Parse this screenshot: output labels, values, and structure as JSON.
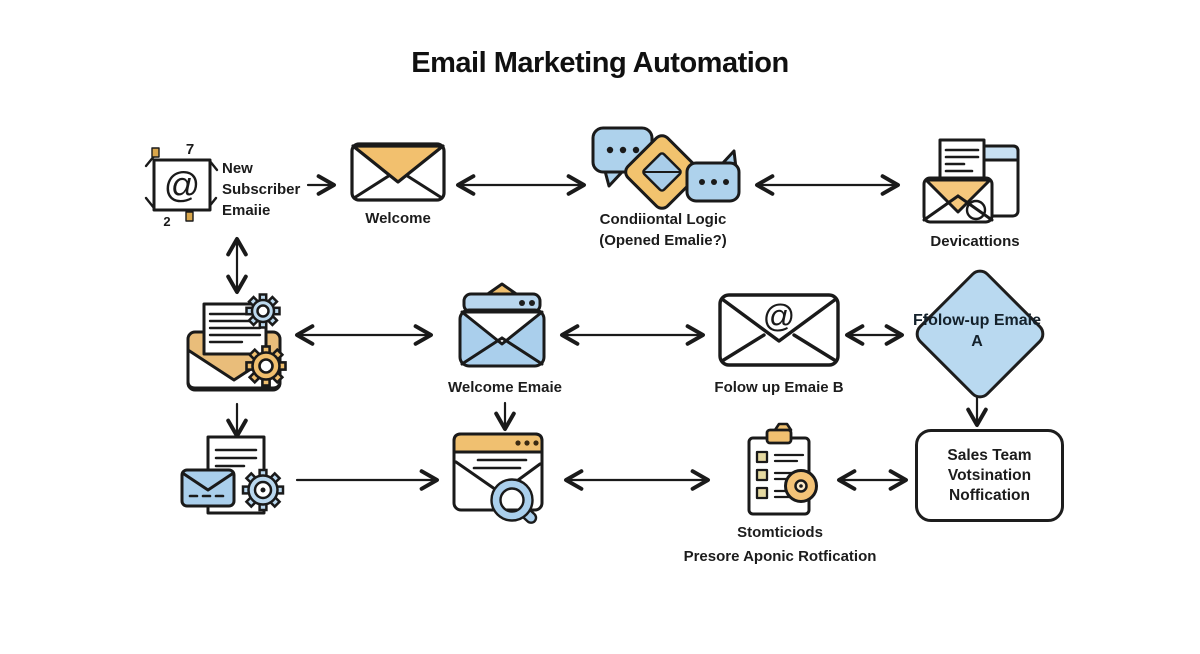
{
  "title": "Email Marketing Automation",
  "nodes": {
    "new_subscriber": {
      "label": [
        "New",
        "Subscriber",
        "Emaiie"
      ],
      "at": "@",
      "marks": [
        "7",
        "2"
      ],
      "icon": "at-symbol-card"
    },
    "welcome": {
      "label": "Welcome",
      "icon": "orange-flap-envelope"
    },
    "conditional_logic": {
      "label": [
        "Condiiontal Logic",
        "(Opened Emalie?)"
      ],
      "icon": "chat-bubbles-decision-diamond"
    },
    "devicattions": {
      "label": "Devicattions",
      "icon": "open-envelope-letter-browser"
    },
    "email_automation": {
      "icon": "open-envelope-gears"
    },
    "welcome_emaie": {
      "label": "Welcome Emaie",
      "icon": "blue-envelope-browser-bar"
    },
    "folow_up_emaie_b": {
      "label": "Folow up Emaie B",
      "at": "@",
      "icon": "envelope-at-symbol"
    },
    "ffolow_up_emaie_a": {
      "label": [
        "Ffolow-up",
        "Emaie A"
      ],
      "shape": "diamond"
    },
    "document_processing": {
      "icon": "document-envelope-gear"
    },
    "email_search": {
      "icon": "browser-magnifier"
    },
    "stomticiods": {
      "label": [
        "Stomticiods",
        "Presore Aponic Rotfication"
      ],
      "icon": "clipboard-checklist"
    },
    "sales_team": {
      "label": [
        "Sales Team",
        "Votsination",
        "Noffication"
      ],
      "shape": "rounded-rectangle"
    }
  },
  "edges": [
    {
      "from": "new_subscriber",
      "to": "welcome",
      "style": "single"
    },
    {
      "from": "welcome",
      "to": "conditional_logic",
      "style": "double"
    },
    {
      "from": "conditional_logic",
      "to": "devicattions",
      "style": "double"
    },
    {
      "from": "new_subscriber",
      "to": "email_automation",
      "style": "double"
    },
    {
      "from": "email_automation",
      "to": "welcome_emaie",
      "style": "double"
    },
    {
      "from": "welcome_emaie",
      "to": "folow_up_emaie_b",
      "style": "double"
    },
    {
      "from": "folow_up_emaie_b",
      "to": "ffolow_up_emaie_a",
      "style": "double"
    },
    {
      "from": "email_automation",
      "to": "document_processing",
      "style": "single"
    },
    {
      "from": "welcome_emaie",
      "to": "email_search",
      "style": "single"
    },
    {
      "from": "ffolow_up_emaie_a",
      "to": "sales_team",
      "style": "single"
    },
    {
      "from": "document_processing",
      "to": "email_search",
      "style": "single"
    },
    {
      "from": "email_search",
      "to": "stomticiods",
      "style": "double"
    },
    {
      "from": "stomticiods",
      "to": "sales_team",
      "style": "double"
    }
  ],
  "colors": {
    "background": "#ffffff",
    "stroke": "#1a1a1a",
    "orange": "#f2c36e",
    "light_blue": "#aed2ec",
    "pale_blue_header": "#c8e0f2",
    "khaki": "#e5d9a1",
    "text": "#1c1c1c"
  }
}
